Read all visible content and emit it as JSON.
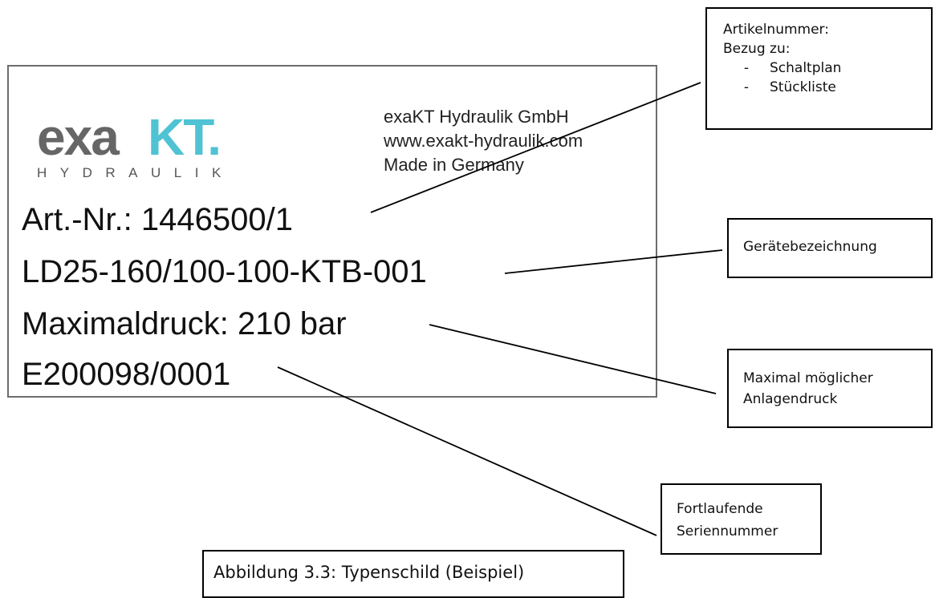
{
  "plate": {
    "logo": {
      "word_dark": "exa",
      "word_accent": "KT.",
      "tagline": "HYDRAULIK",
      "accent_color": "#4fc3d3",
      "dark_color": "#666666"
    },
    "company": [
      "exaKT Hydraulik GmbH",
      "www.exakt-hydraulik.com",
      "Made in Germany"
    ],
    "article_number": "Art.-Nr.:  1446500/1",
    "device_designation": "LD25-160/100-100-KTB-001",
    "max_pressure": "Maximaldruck: 210 bar",
    "serial_number": "E200098/0001"
  },
  "callouts": {
    "article": {
      "title": "Artikelnummer:",
      "subtitle": "Bezug zu:",
      "items": [
        "Schaltplan",
        "Stückliste"
      ],
      "dash": "-"
    },
    "designation": {
      "lines": [
        "Gerätebezeichnung"
      ]
    },
    "pressure": {
      "lines": [
        "Maximal möglicher",
        "Anlagendruck"
      ]
    },
    "serial": {
      "lines": [
        "Fortlaufende",
        "Seriennummer"
      ]
    }
  },
  "caption": "Abbildung 3.3: Typenschild (Beispiel)"
}
